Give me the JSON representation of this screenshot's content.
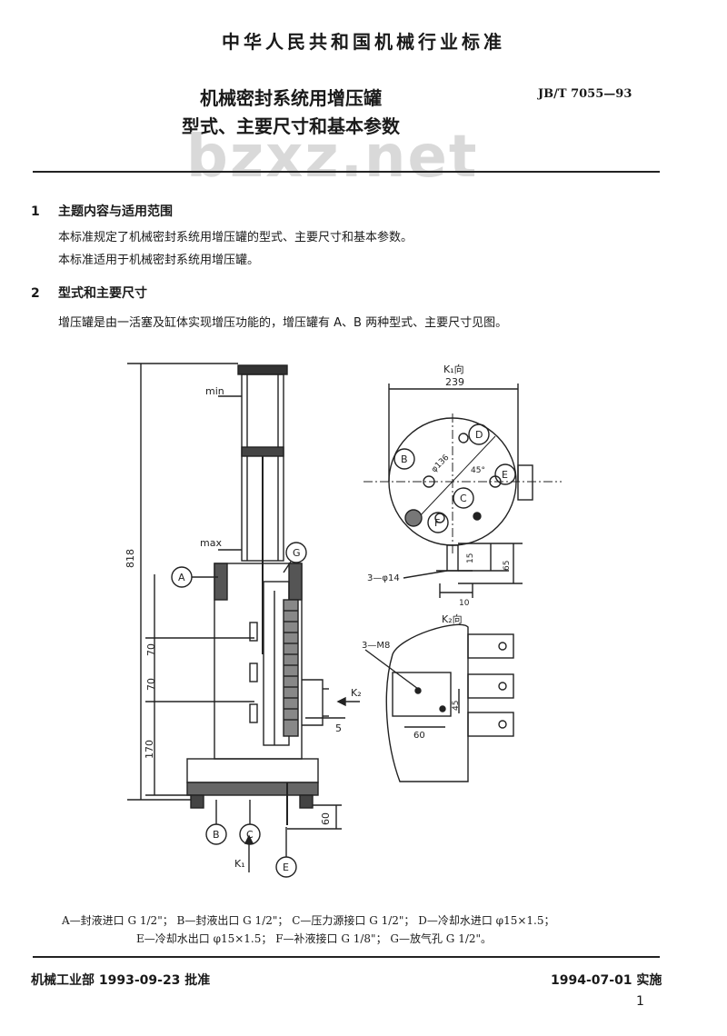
{
  "header": {
    "organization": "中华人民共和国机械行业标准",
    "title_line1": "机械密封系统用增压罐",
    "title_line2": "型式、主要尺寸和基本参数",
    "standard_code": "JB/T 7055—93",
    "watermark": "bzxz.net"
  },
  "section1": {
    "number": "1",
    "heading": "主题内容与适用范围",
    "para1": "本标准规定了机械密封系统用增压罐的型式、主要尺寸和基本参数。",
    "para2": "本标准适用于机械密封系统用增压罐。"
  },
  "section2": {
    "number": "2",
    "heading": "型式和主要尺寸",
    "para1": "增压罐是由一活塞及缸体实现增压功能的，增压罐有 A、B 两种型式、主要尺寸见图。"
  },
  "drawing": {
    "main": {
      "labels": {
        "min": "min",
        "max": "max",
        "h818": "818",
        "h70a": "70",
        "h70b": "70",
        "h170": "170",
        "d5": "5",
        "h60": "60",
        "k2": "K₂",
        "k1": "K₁"
      },
      "ports": [
        "A",
        "B",
        "C",
        "E",
        "G"
      ]
    },
    "view_k1": {
      "title": "K₁向",
      "width": "239",
      "diameter": "φ136",
      "angle": "45°",
      "dim15": "15",
      "dim65": "65",
      "dim10": "10",
      "holes": "3—φ14",
      "ports": [
        "B",
        "D",
        "E",
        "C",
        "F"
      ]
    },
    "view_k2": {
      "title": "K₂向",
      "thread": "3—M8",
      "dim60": "60",
      "dim45": "45"
    }
  },
  "legend": {
    "line1": "A—封液进口 G 1/2\"； B—封液出口 G 1/2\"； C—压力源接口 G 1/2\"； D—冷却水进口 φ15×1.5；",
    "line2": "E—冷却水出口 φ15×1.5； F—补液接口 G 1/8\"； G—放气孔 G 1/2\"。"
  },
  "footer": {
    "approved": "机械工业部 1993-09-23 批准",
    "effective": "1994-07-01 实施",
    "page": "1"
  }
}
